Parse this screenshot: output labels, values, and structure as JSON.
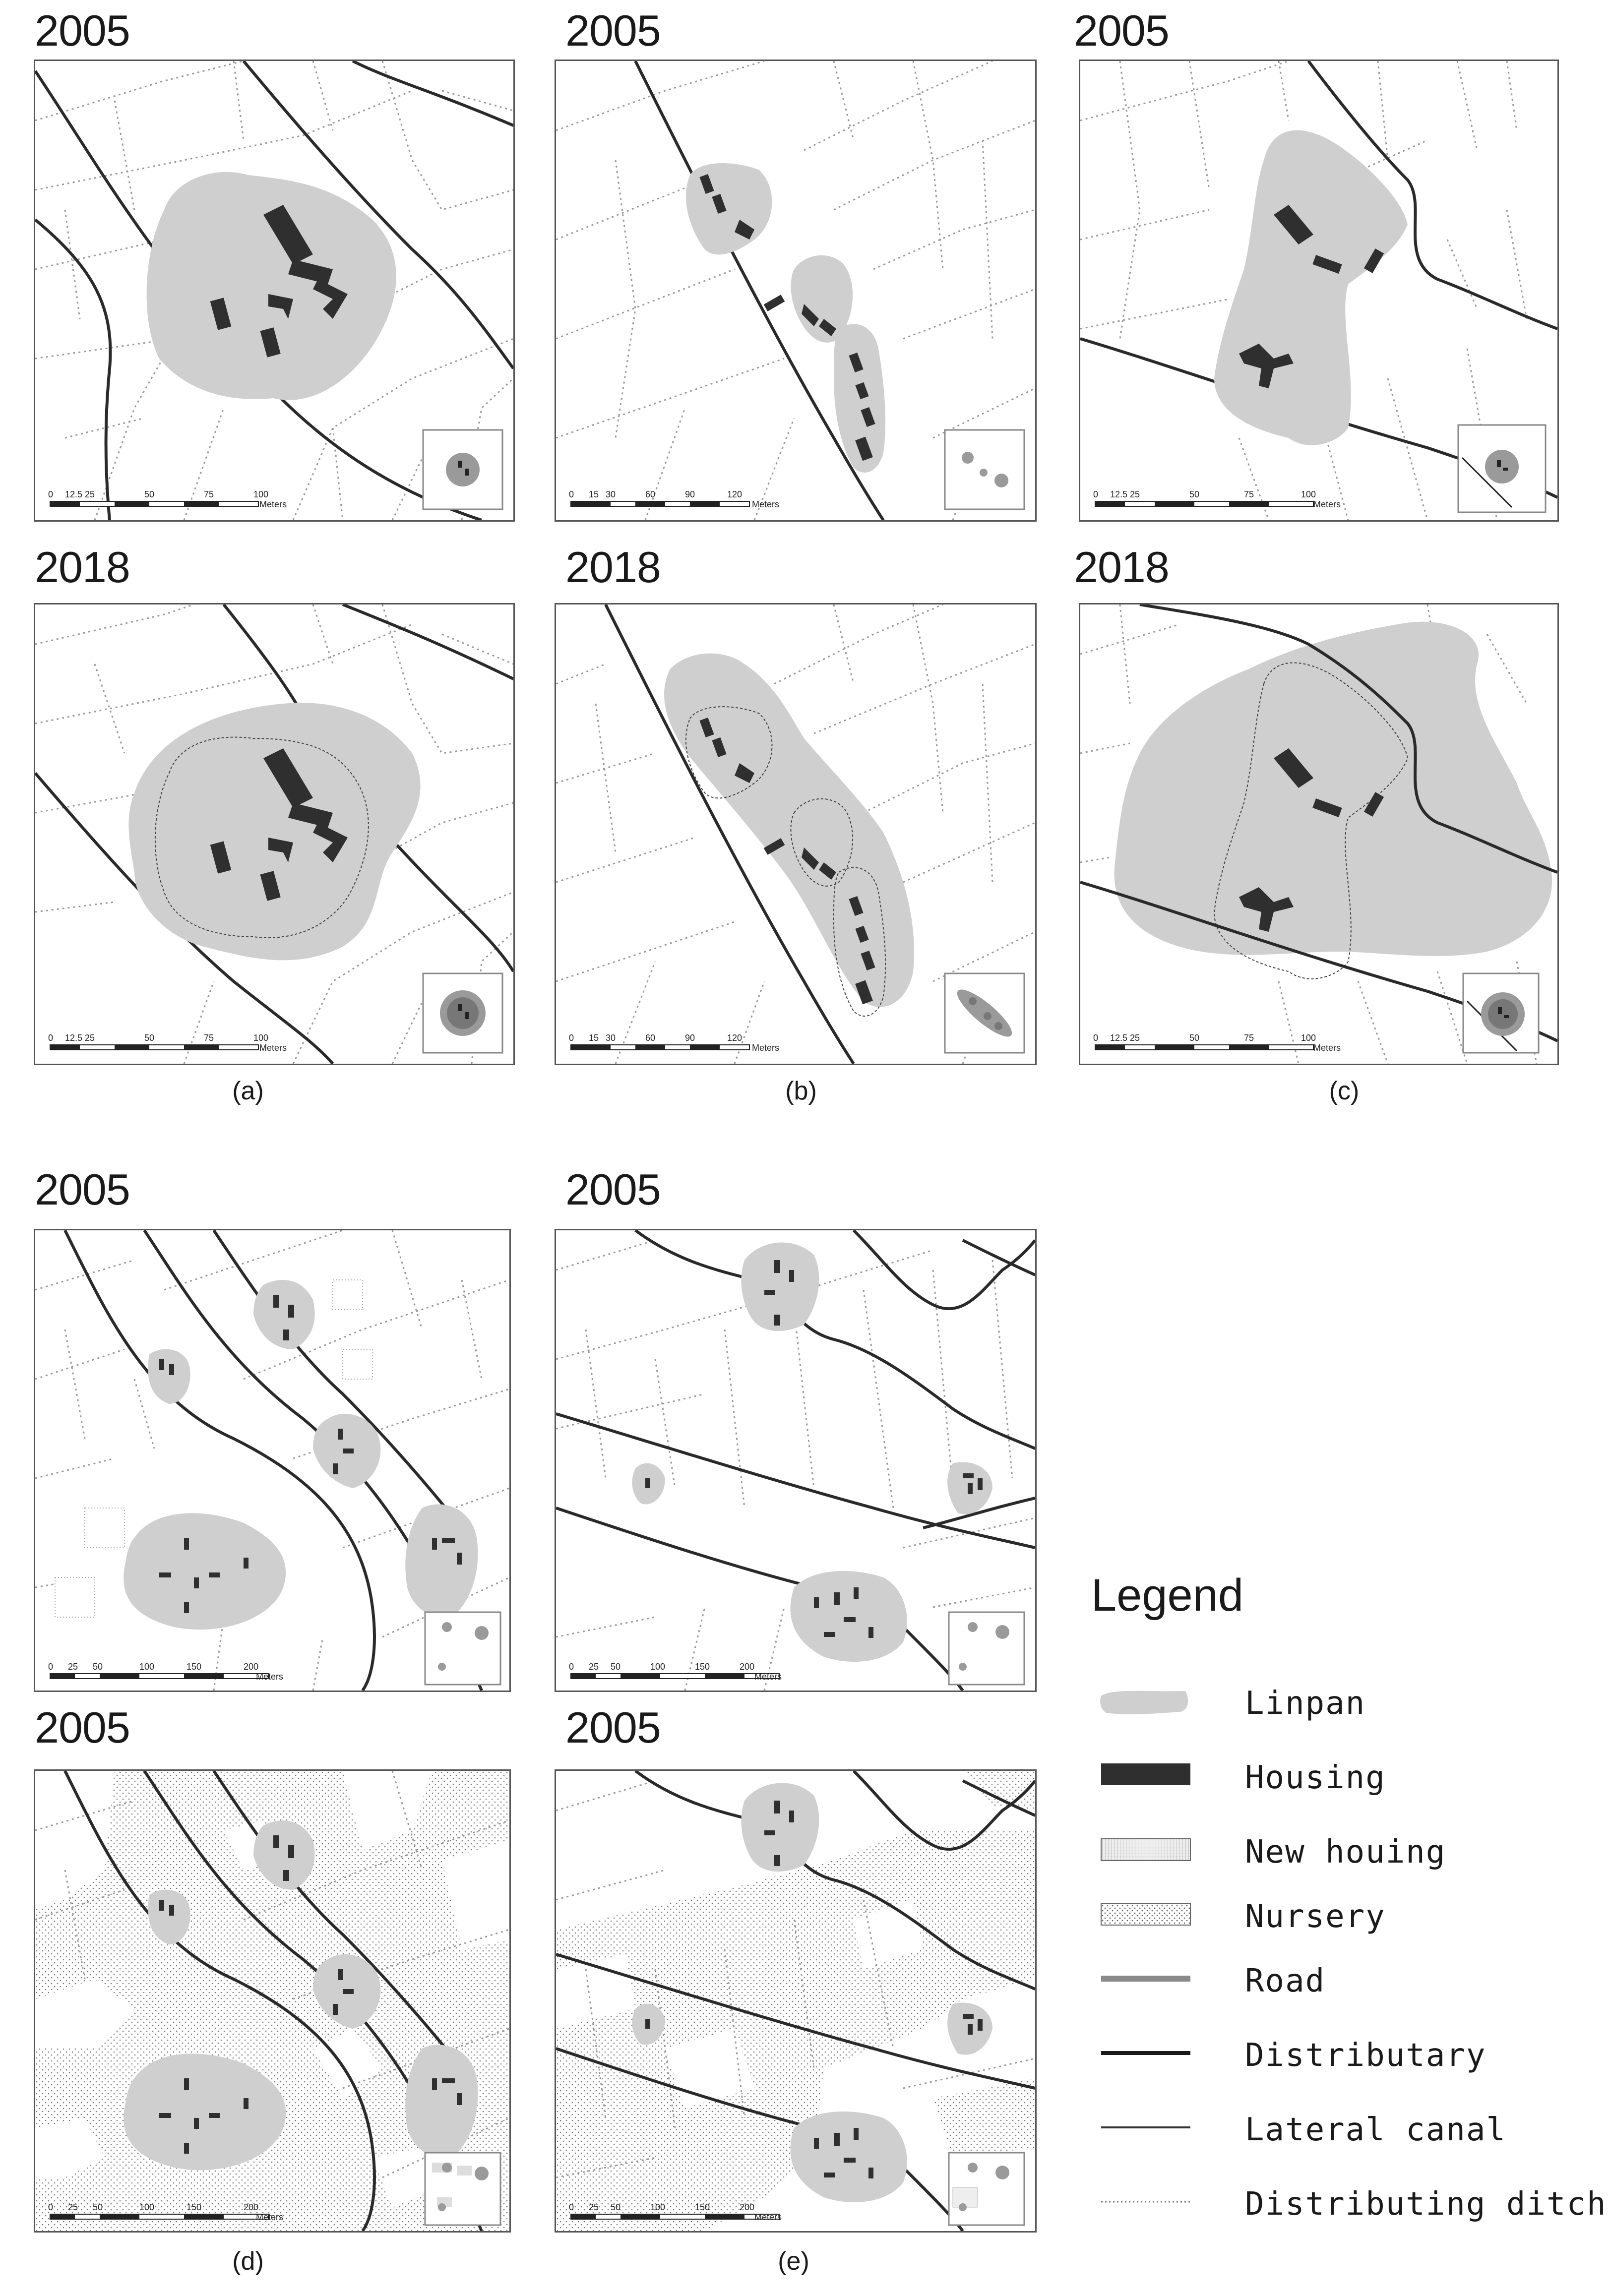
{
  "panels": [
    {
      "id": "a-2005",
      "year": "2005",
      "scale": {
        "ticks": [
          "0",
          "12.5",
          "25",
          "50",
          "75",
          "100"
        ],
        "unit": "Meters"
      }
    },
    {
      "id": "b-2005",
      "year": "2005",
      "scale": {
        "ticks": [
          "0",
          "15",
          "30",
          "60",
          "90",
          "120"
        ],
        "unit": "Meters"
      }
    },
    {
      "id": "c-2005",
      "year": "2005",
      "scale": {
        "ticks": [
          "0",
          "12.5",
          "25",
          "50",
          "75",
          "100"
        ],
        "unit": "Meters"
      }
    },
    {
      "id": "a-2018",
      "year": "2018",
      "scale": {
        "ticks": [
          "0",
          "12.5",
          "25",
          "50",
          "75",
          "100"
        ],
        "unit": "Meters"
      }
    },
    {
      "id": "b-2018",
      "year": "2018",
      "scale": {
        "ticks": [
          "0",
          "15",
          "30",
          "60",
          "90",
          "120"
        ],
        "unit": "Meters"
      }
    },
    {
      "id": "c-2018",
      "year": "2018",
      "scale": {
        "ticks": [
          "0",
          "12.5",
          "25",
          "50",
          "75",
          "100"
        ],
        "unit": "Meters"
      }
    },
    {
      "id": "d-top",
      "year": "2005",
      "scale": {
        "ticks": [
          "0",
          "25",
          "50",
          "100",
          "150",
          "200"
        ],
        "unit": "Meters"
      }
    },
    {
      "id": "e-top",
      "year": "2005",
      "scale": {
        "ticks": [
          "0",
          "25",
          "50",
          "100",
          "150",
          "200"
        ],
        "unit": "Meters"
      }
    },
    {
      "id": "d-bottom",
      "year": "2005",
      "scale": {
        "ticks": [
          "0",
          "25",
          "50",
          "100",
          "150",
          "200"
        ],
        "unit": "Meters"
      }
    },
    {
      "id": "e-bottom",
      "year": "2005",
      "scale": {
        "ticks": [
          "0",
          "25",
          "50",
          "100",
          "150",
          "200"
        ],
        "unit": "Meters"
      }
    }
  ],
  "captions": {
    "a": "(a)",
    "b": "(b)",
    "c": "(c)",
    "d": "(d)",
    "e": "(e)"
  },
  "legend": {
    "title": "Legend",
    "items": [
      {
        "key": "linpan",
        "label": "Linpan",
        "icon": "linpan-patch"
      },
      {
        "key": "housing",
        "label": "Housing",
        "icon": "housing-block"
      },
      {
        "key": "new-housing",
        "label": "New houing",
        "icon": "new-housing-pattern"
      },
      {
        "key": "nursery",
        "label": "Nursery",
        "icon": "nursery-pattern"
      },
      {
        "key": "road",
        "label": "Road",
        "icon": "road-line"
      },
      {
        "key": "distributary",
        "label": "Distributary",
        "icon": "distributary-line"
      },
      {
        "key": "lateral-canal",
        "label": "Lateral canal",
        "icon": "lateral-canal-line"
      },
      {
        "key": "distributing-ditch",
        "label": "Distributing ditch",
        "icon": "distributing-ditch-line"
      }
    ]
  },
  "colors": {
    "linpan": "#cfcfcf",
    "housing": "#2f2f2f",
    "road": "#8a8a8a",
    "ditch": "#9a9a9a",
    "canal": "#2a2a2a"
  }
}
